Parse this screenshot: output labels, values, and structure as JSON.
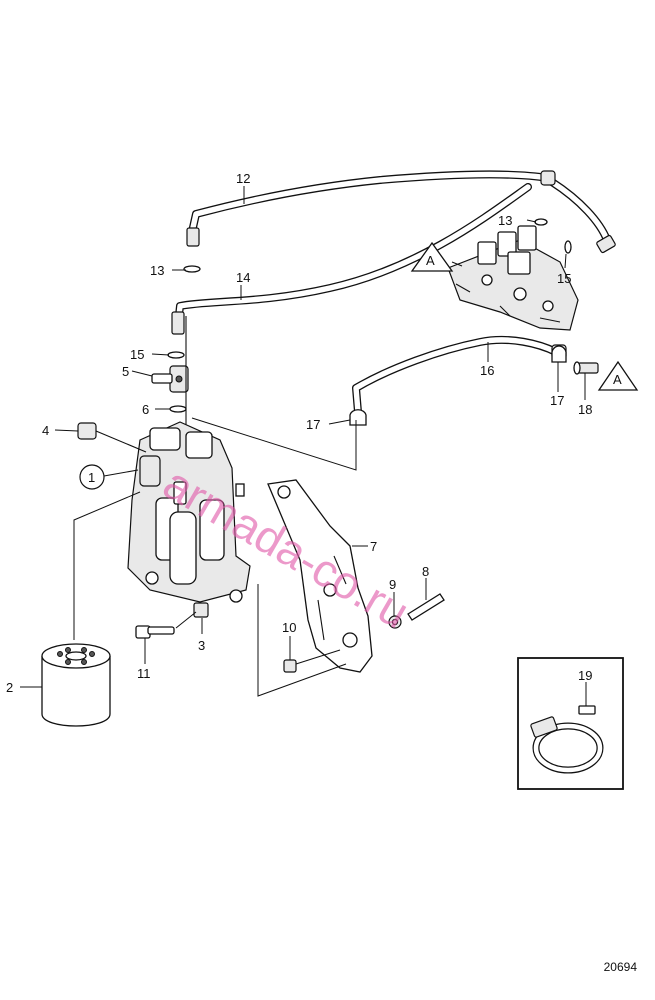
{
  "callouts": {
    "n1": "1",
    "n2": "2",
    "n3": "3",
    "n4": "4",
    "n5": "5",
    "n6": "6",
    "n7": "7",
    "n8": "8",
    "n9": "9",
    "n10": "10",
    "n11": "11",
    "n12": "12",
    "n13": "13",
    "n14": "14",
    "n15": "15",
    "n16": "16",
    "n17": "17",
    "n18": "18",
    "n19": "19"
  },
  "reference_marker": "A",
  "watermark": "armada-co.ru",
  "drawing_number": "20694",
  "colors": {
    "line": "#111111",
    "watermark": "#e05aaa",
    "fill_light": "#e9e9e9"
  }
}
